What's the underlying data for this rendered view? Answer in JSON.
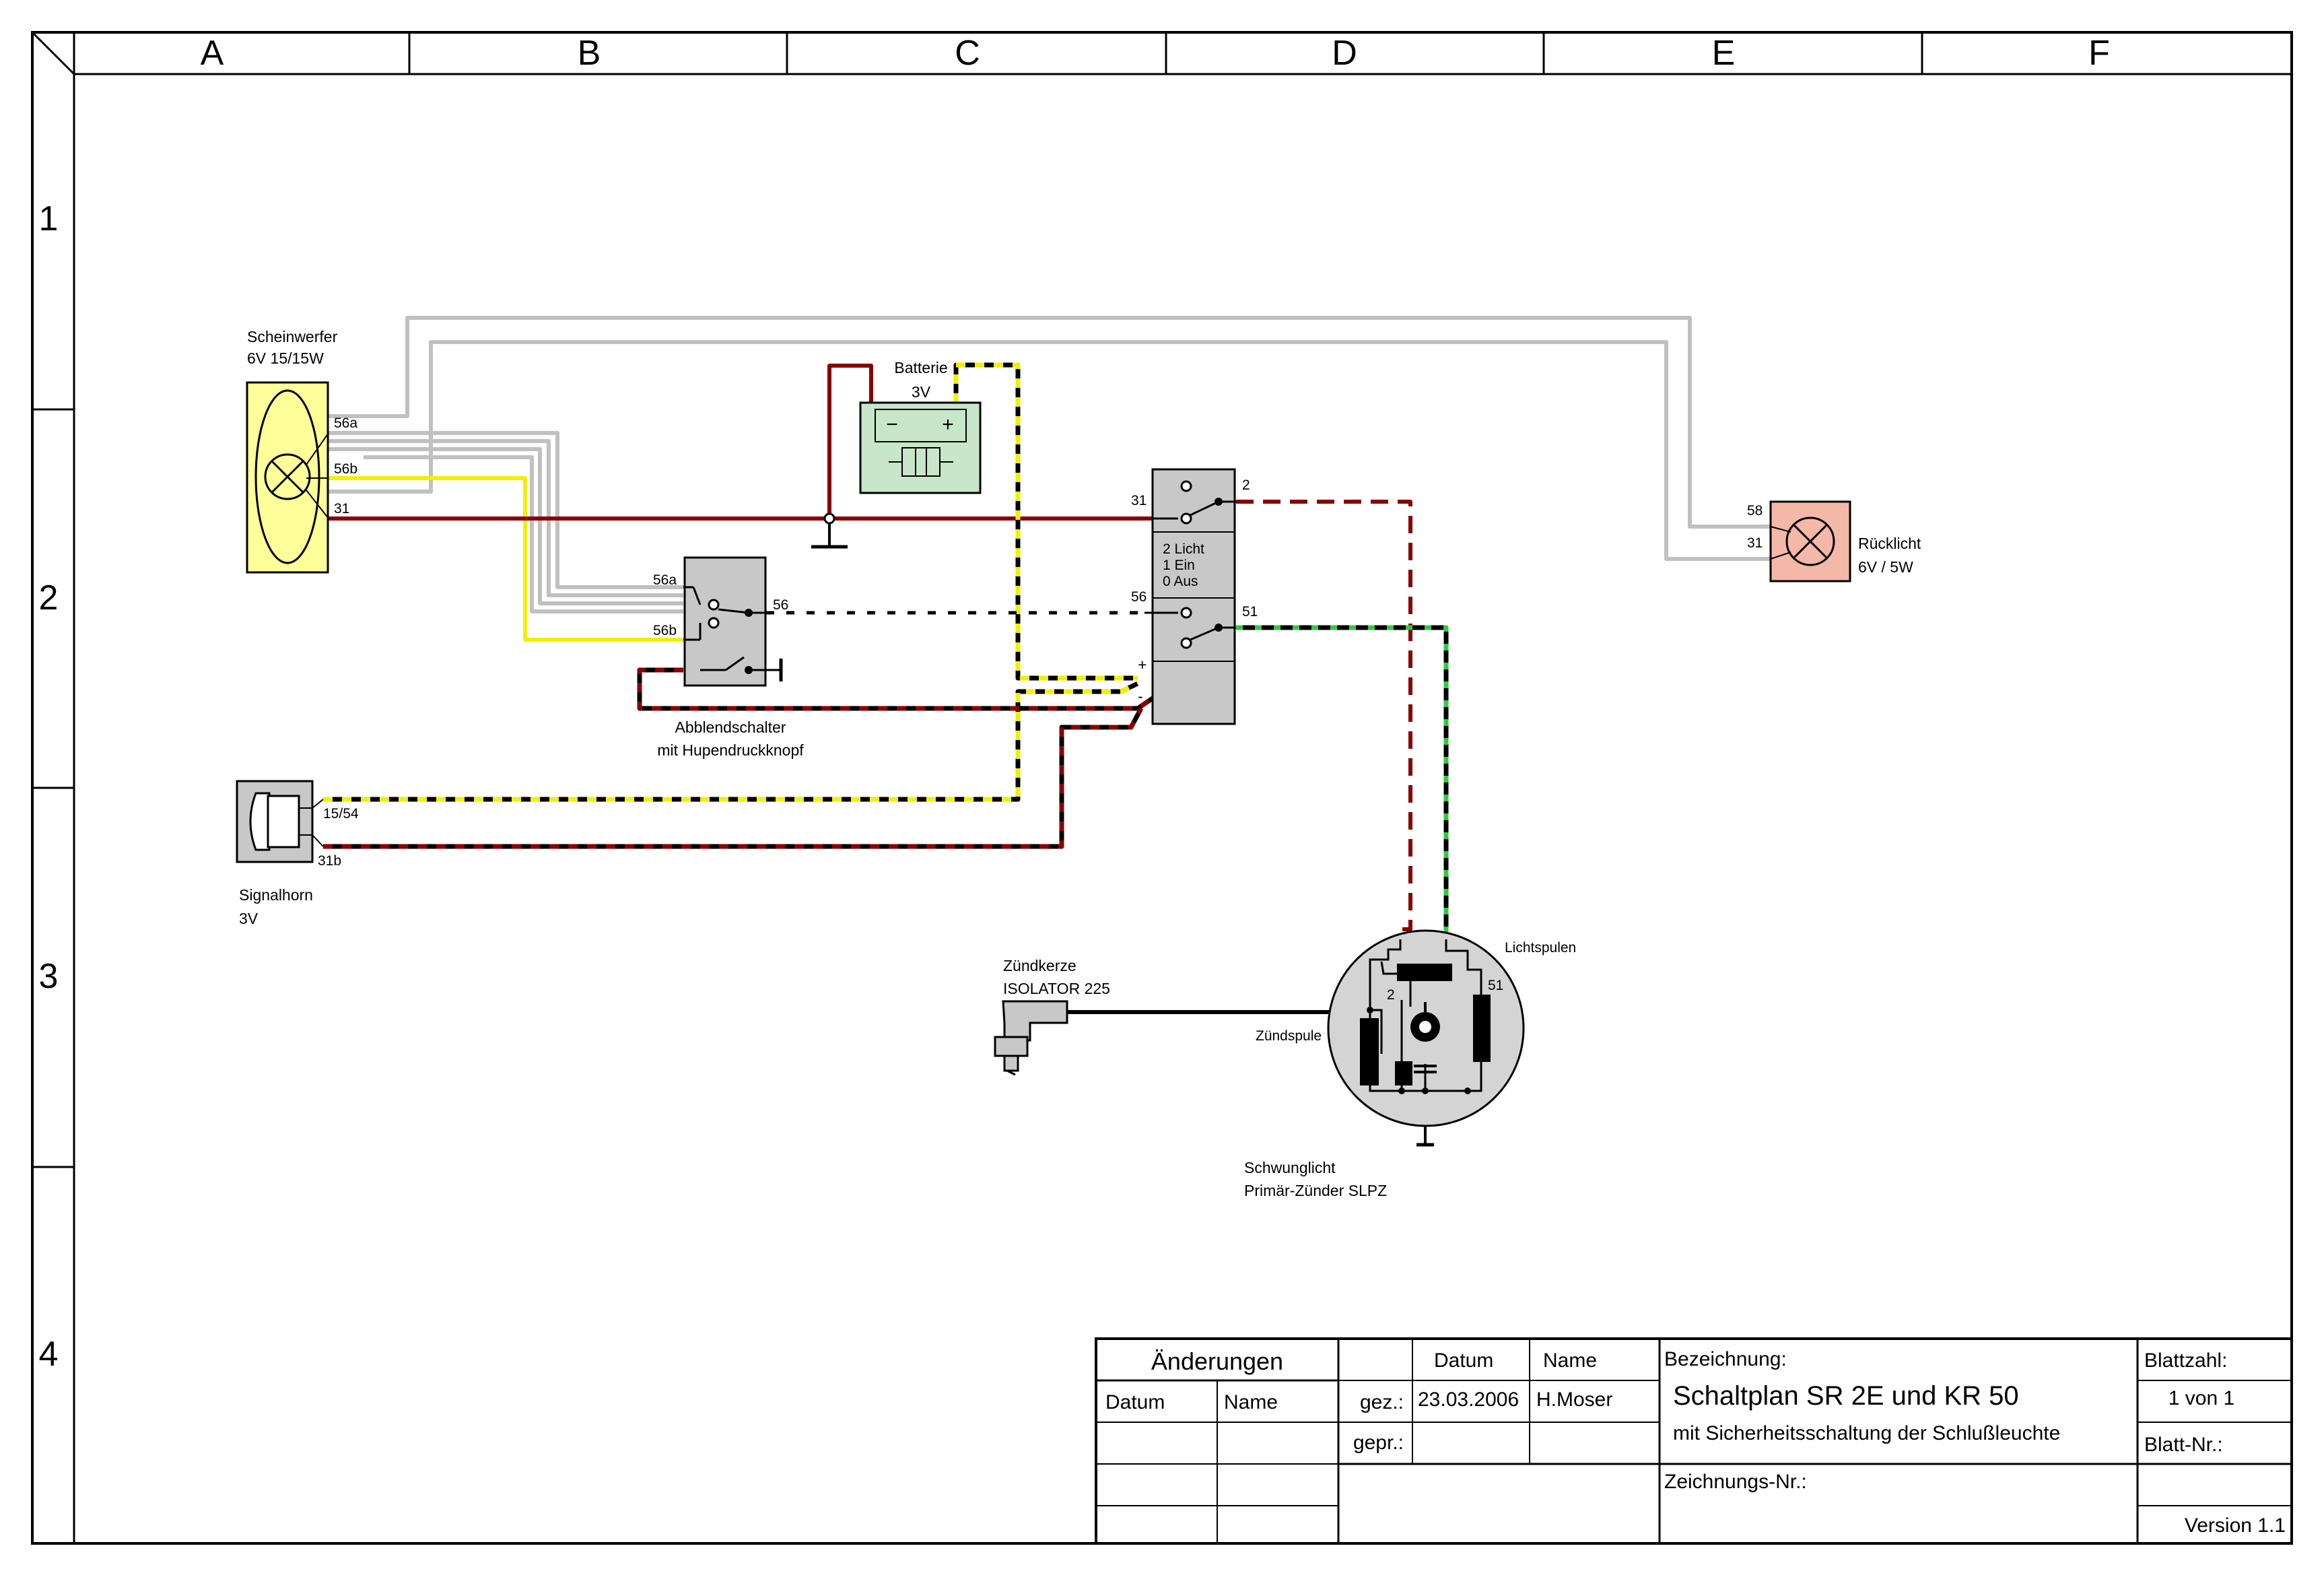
{
  "frame": {
    "columns": [
      "A",
      "B",
      "C",
      "D",
      "E",
      "F"
    ],
    "rows": [
      "1",
      "2",
      "3",
      "4"
    ]
  },
  "components": {
    "headlight": {
      "name": "Scheinwerfer",
      "spec": "6V 15/15W",
      "pins": [
        "56a",
        "56b",
        "31"
      ]
    },
    "battery": {
      "name": "Batterie",
      "spec": "3V",
      "minus": "−",
      "plus": "+"
    },
    "dimmer": {
      "name": "Abblendschalter",
      "spec": "mit Hupendruckknopf",
      "pins": [
        "56a",
        "56b",
        "56"
      ]
    },
    "light_switch": {
      "pins": [
        "31",
        "2",
        "56",
        "51"
      ],
      "pos2": "2 Licht",
      "pos1": "1 Ein",
      "pos0": "0 Aus",
      "plus": "+",
      "minus": "-"
    },
    "taillight": {
      "name": "Rücklicht",
      "spec": "6V / 5W",
      "pins": [
        "58",
        "31"
      ]
    },
    "horn": {
      "name": "Signalhorn",
      "spec": "3V",
      "pins": [
        "15/54",
        "31b"
      ]
    },
    "spark_plug": {
      "name": "Zündkerze",
      "spec": "ISOLATOR 225"
    },
    "magneto": {
      "name": "Schwunglicht",
      "spec": "Primär-Zünder SLPZ",
      "coils": "Lichtspulen",
      "ignition": "Zündspule",
      "pin2": "2",
      "pin51": "51"
    }
  },
  "title_block": {
    "changes": "Änderungen",
    "col_date": "Datum",
    "col_name": "Name",
    "date_header": "Datum",
    "name_header": "Name",
    "drawn_label": "gez.:",
    "drawn_date": "23.03.2006",
    "drawn_name": "H.Moser",
    "checked_label": "gepr.:",
    "designation_label": "Bezeichnung:",
    "title": "Schaltplan SR 2E und KR 50",
    "subtitle": "mit Sicherheitsschaltung der Schlußleuchte",
    "drawing_no_label": "Zeichnungs-Nr.:",
    "sheets_label": "Blattzahl:",
    "sheets_value": "1 von 1",
    "sheet_no_label": "Blatt-Nr.:",
    "version": "Version 1.1"
  },
  "colors": {
    "red_wire": "#8b0000",
    "grey_wire": "#c0c0c0",
    "yellow_wire": "#f0f000",
    "green_wire": "#2ecc40",
    "headlight_fill": "#ffff99",
    "battery_fill": "#c8e6c9",
    "taillight_fill": "#f4b8a8",
    "part_fill": "#c8c8c8",
    "magneto_fill": "#d4d4d4"
  }
}
